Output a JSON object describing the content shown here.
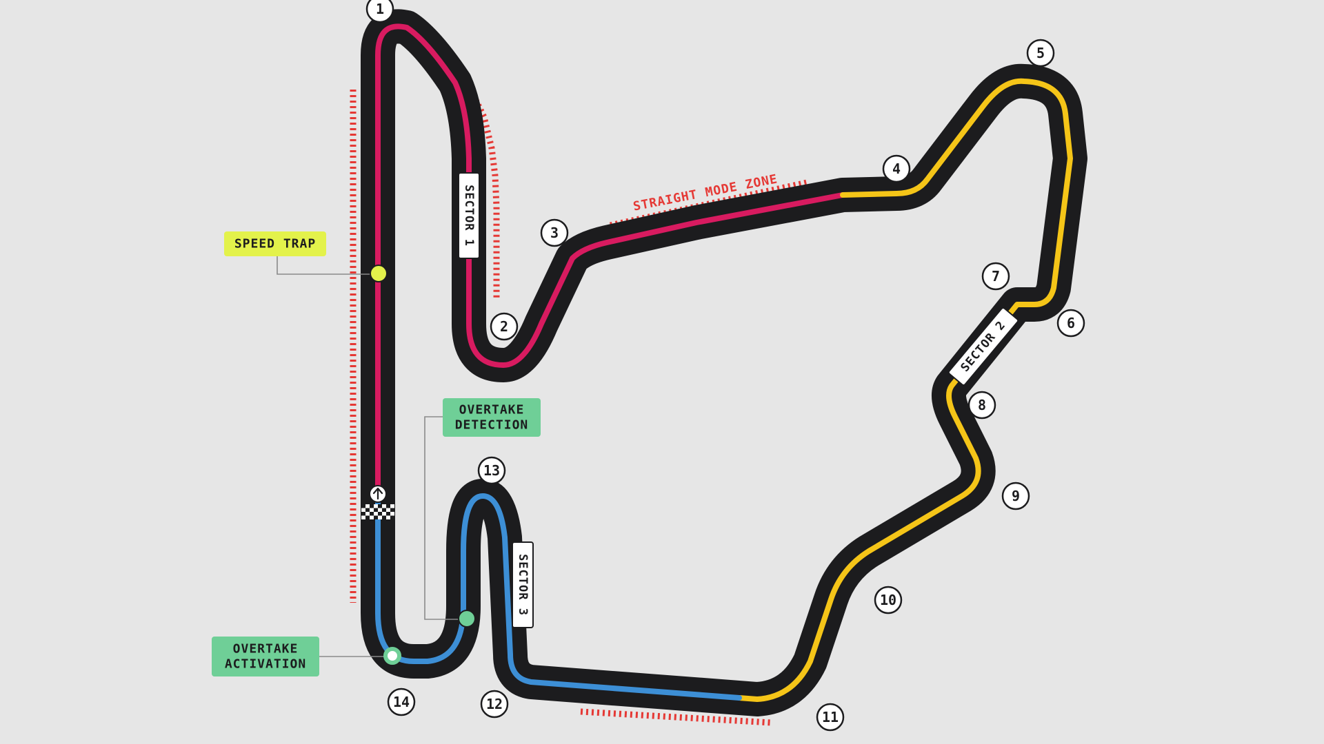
{
  "colors": {
    "background": "#e6e6e6",
    "track": "#1c1c1e",
    "sector1": "#d81b60",
    "sector2": "#f5c518",
    "sector3": "#3d8fd6",
    "straight_mode": "#e53935",
    "speed_trap": "#e3f24b",
    "overtake": "#6fcf97"
  },
  "corners": [
    "1",
    "2",
    "3",
    "4",
    "5",
    "6",
    "7",
    "8",
    "9",
    "10",
    "11",
    "12",
    "13",
    "14"
  ],
  "sectors": {
    "s1": "SECTOR 1",
    "s2": "SECTOR 2",
    "s3": "SECTOR 3"
  },
  "zone_label": "STRAIGHT MODE ZONE",
  "labels": {
    "speed_trap": "SPEED TRAP",
    "overtake_detection_line1": "OVERTAKE",
    "overtake_detection_line2": "DETECTION",
    "overtake_activation_line1": "OVERTAKE",
    "overtake_activation_line2": "ACTIVATION"
  },
  "icons": {
    "direction": "arrow-up-icon",
    "start_finish": "checkered-flag-icon"
  }
}
